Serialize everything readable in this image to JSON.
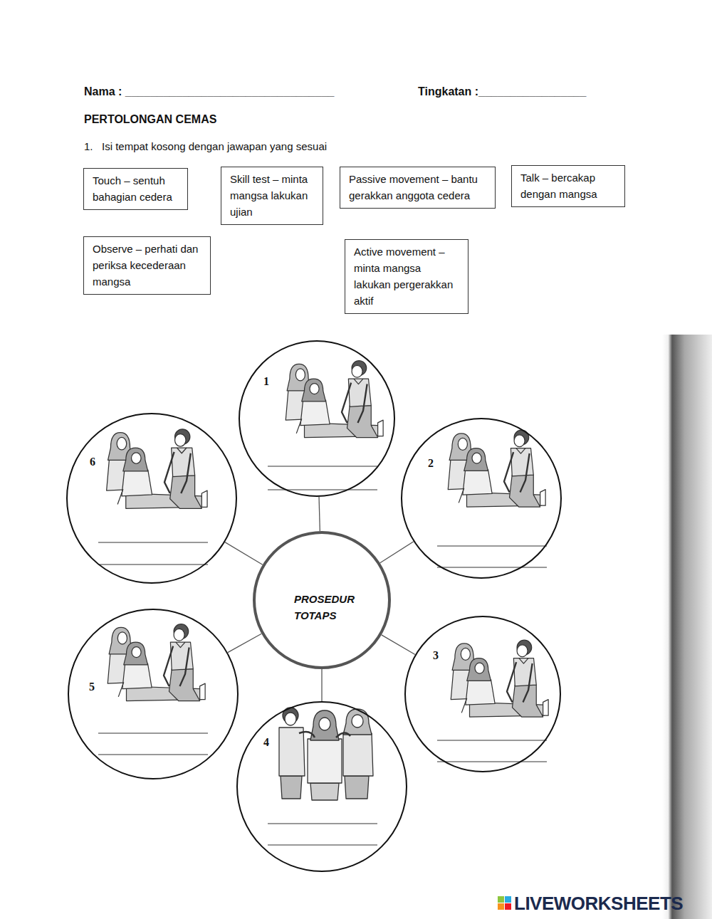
{
  "diagram": {
    "title": "PERTOLONGAN CEMAS",
    "nodes": [
      {
        "text": [
          "Touch – sentuh bahagian cedera"
        ]
      },
      {
        "text": [
          "Skill test – minta mangsa lakukan ujian"
        ]
      },
      {
        "text": [
          "Passive movement – bantu gerakkan anggota cedera"
        ]
      },
      {
        "text": [
          "Talk – bercakap dengan mangsa"
        ]
      },
      {
        "text": [
          "Observe – perhati dan periksa kecederaan mangsa"
        ]
      },
      {
        "text": [
          "Active movement – minta mangsa lakukan pergerakkan aktif"
        ]
      },
      {
        "text": [
          "1"
        ]
      },
      {
        "text": [
          "6"
        ]
      },
      {
        "text": [
          "2"
        ]
      },
      {
        "text": [
          "PROSEDUR TOTAPS"
        ]
      },
      {
        "text": [
          "5"
        ]
      },
      {
        "text": [
          "3"
        ]
      },
      {
        "text": [
          "4"
        ]
      }
    ],
    "edges": [
      {
        "from": 9,
        "to": 6,
        "arrow": "none"
      },
      {
        "from": 9,
        "to": 8,
        "arrow": "none"
      },
      {
        "from": 9,
        "to": 11,
        "arrow": "none"
      },
      {
        "from": 9,
        "to": 12,
        "arrow": "none"
      },
      {
        "from": 9,
        "to": 10,
        "arrow": "none"
      },
      {
        "from": 9,
        "to": 7,
        "arrow": "none"
      }
    ],
    "labels": [
      "Nama : _________________________________",
      "Tingkatan :_________________",
      "1.   Isi tempat kosong dengan jawapan yang sesuai",
      "LIVEWORKSHEETS"
    ]
  }
}
